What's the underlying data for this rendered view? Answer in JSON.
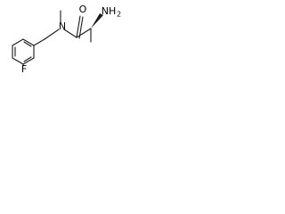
{
  "structure": {
    "atoms": {
      "oxygen": "O",
      "nitrogen": "N",
      "amine": "NH",
      "amine_subscript": "2",
      "fluorine": "F"
    },
    "colors": {
      "bond": "#1a1a1a",
      "label": "#000000",
      "background": "#ffffff"
    }
  }
}
